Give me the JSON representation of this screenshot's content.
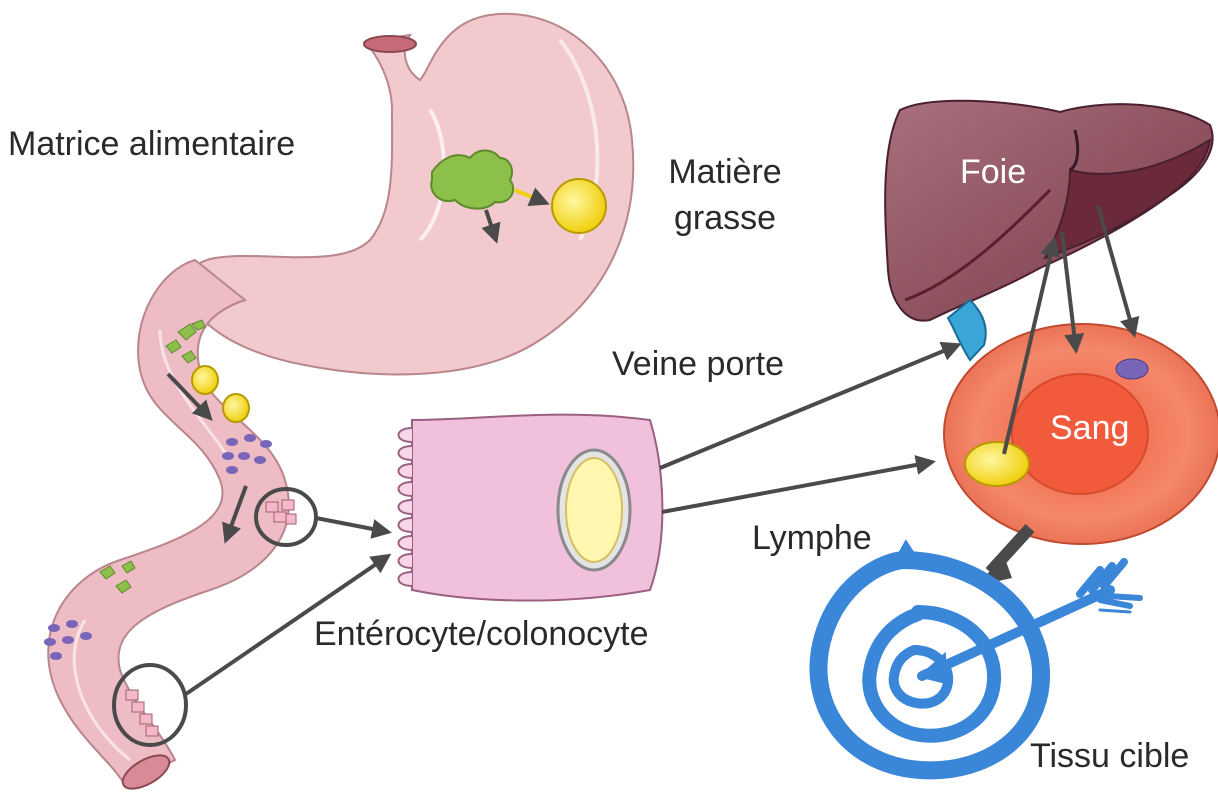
{
  "labels": {
    "food_matrix": "Matrice alimentaire",
    "fat_line1": "Matière",
    "fat_line2": "grasse",
    "liver": "Foie",
    "portal_vein": "Veine porte",
    "blood": "Sang",
    "lymph": "Lymphe",
    "enterocyte": "Entérocyte/colonocyte",
    "target_tissue": "Tissu cible"
  },
  "colors": {
    "stomach": "#f2c9cc",
    "intestine": "#eebcc4",
    "liver": "#8a4a5a",
    "portal_vein": "#3aa6d8",
    "blood_cell": "#f07a5a",
    "fat_droplet": "#f5dc1e",
    "food_matrix": "#8cc04a",
    "cell_body": "#f0c0dc",
    "target": "#3a86d8",
    "arrow": "#4a4a4a",
    "purple_particle": "#7a66b8"
  }
}
